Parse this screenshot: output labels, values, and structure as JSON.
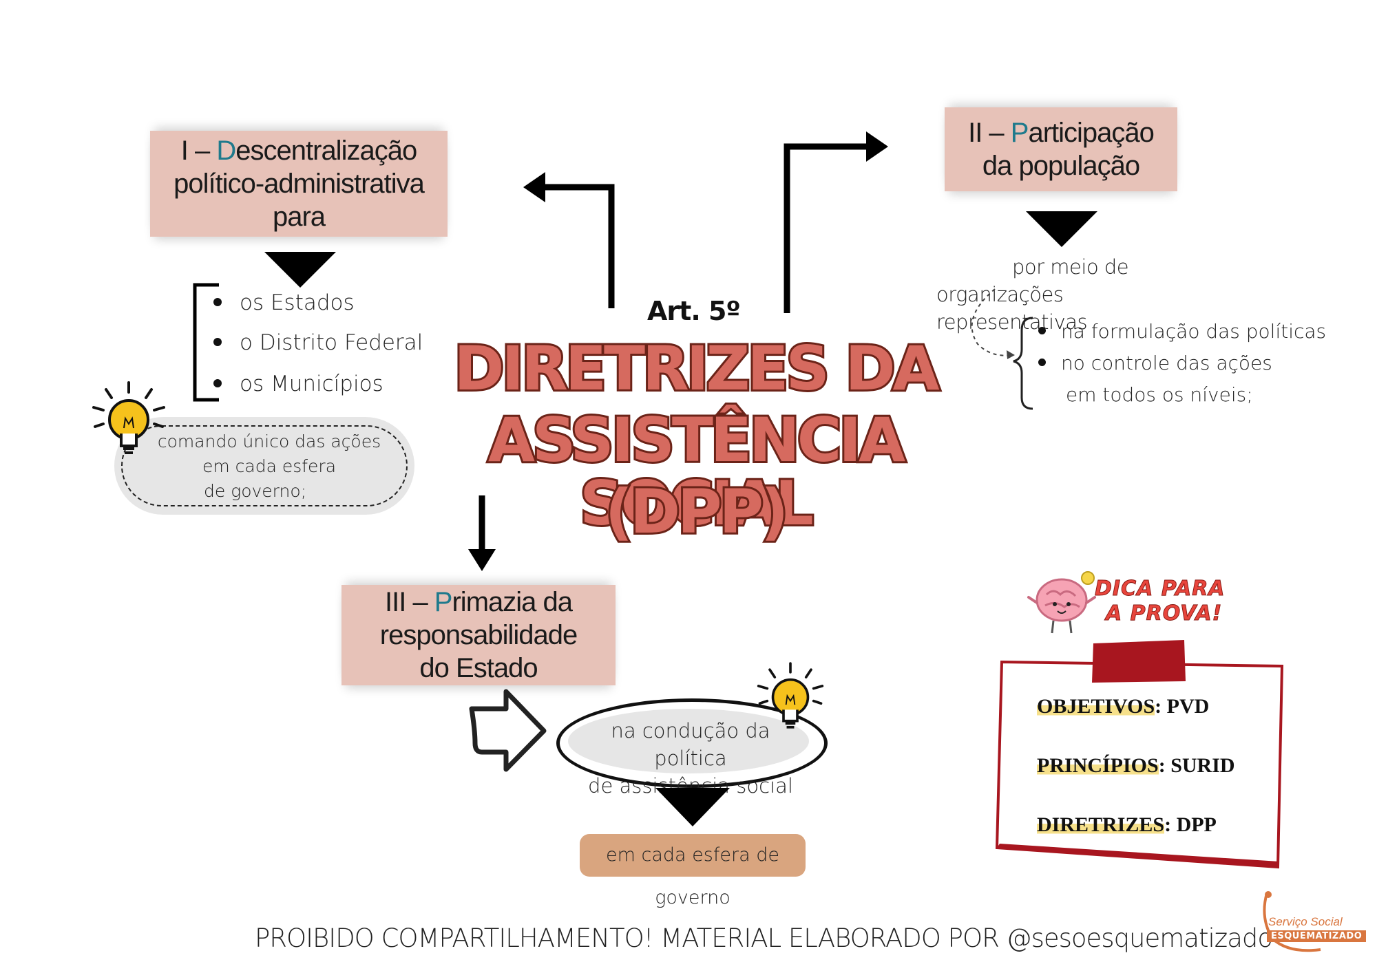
{
  "center": {
    "art": "Art. 5º",
    "title_line1": "DIRETRIZES DA",
    "title_line2": "ASSISTÊNCIA SOCIAL",
    "title_line3": "(DPP)"
  },
  "box1": {
    "prefix": "I – ",
    "initial": "D",
    "line1_rest": "escentralização",
    "line2": "político-administrativa",
    "line3": "para"
  },
  "list1": [
    "os Estados",
    "o Distrito Federal",
    "os Municípios"
  ],
  "note1": {
    "line1": "comando único das ações",
    "line2": "em cada esfera",
    "line3": "de governo;"
  },
  "box2": {
    "prefix": "II – ",
    "initial": "P",
    "line1_rest": "articipação",
    "line2": "da população"
  },
  "box2_sub": {
    "line1": "por meio de",
    "line2": "organizações representativas"
  },
  "list2": {
    "item1": "na formulação das políticas",
    "item2": "no controle das ações",
    "item2b": "em todos os níveis;"
  },
  "box3": {
    "prefix": "III – ",
    "initial": "P",
    "line1_rest": "rimazia da",
    "line2": "responsabilidade",
    "line3": "do Estado"
  },
  "note3": {
    "line1": "na condução da política",
    "line2": "de assistência social"
  },
  "note3_tag": "em cada esfera de governo",
  "tip": {
    "title_line1": "DICA PARA",
    "title_line2": "A PROVA!",
    "rows": [
      {
        "label": "OBJETIVOS",
        "value": ": PVD"
      },
      {
        "label": "PRINCÍPIOS",
        "value": ": SURID"
      },
      {
        "label": "DIRETRIZES",
        "value": ": DPP"
      }
    ]
  },
  "footer": "PROIBIDO COMPARTILHAMENTO!  MATERIAL ELABORADO POR @sesoesquematizado",
  "logo": {
    "line1": "Serviço Social",
    "line2": "ESQUEMATIZADO"
  },
  "colors": {
    "box_fill": "#e7c2b8",
    "title_fill": "#d66a5f",
    "title_stroke": "#6b2318",
    "accent_teal": "#1f7a8c",
    "tag_fill": "#d9a57f",
    "tip_red": "#a8161f",
    "highlight": "#f6e08a"
  }
}
